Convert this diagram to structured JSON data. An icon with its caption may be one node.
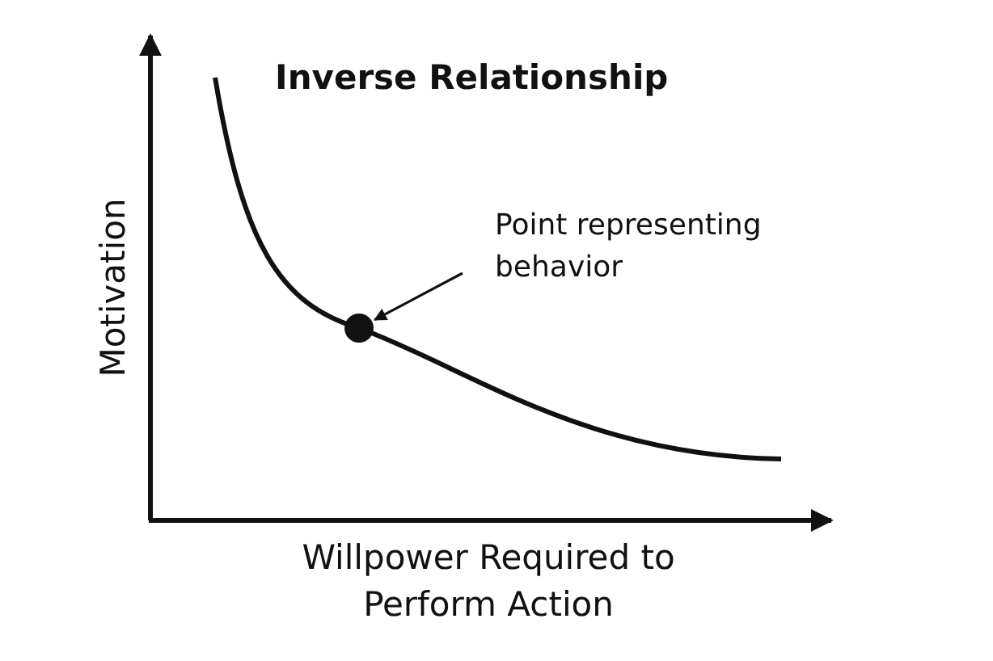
{
  "diagram": {
    "title": "Inverse Relationship",
    "nodes": [
      {
        "text": [
          "Point representing behavior"
        ]
      },
      {
        "text": [],
        "shape": "circle"
      }
    ],
    "edges": [
      {
        "from": 0,
        "to": 1,
        "arrow": "to"
      }
    ],
    "labels": [
      "Motivation",
      "Willpower Required to Perform Action"
    ]
  }
}
